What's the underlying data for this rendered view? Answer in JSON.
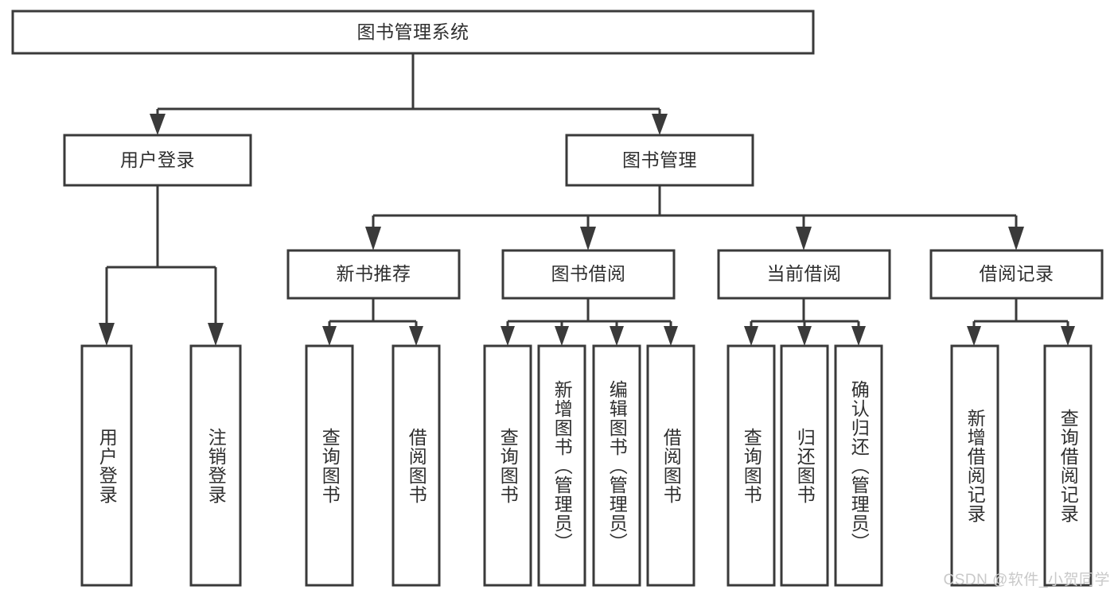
{
  "diagram": {
    "type": "tree-hierarchy",
    "title": "图书管理系统",
    "watermark": "CSDN @软件_小贺同学",
    "colors": {
      "stroke": "#3a3a3a",
      "fill": "#ffffff",
      "text": "#2f2f2f",
      "watermark": "#c9c9c9",
      "background": "#ffffff"
    },
    "nodes": {
      "root": {
        "label": "图书管理系统",
        "orientation": "horizontal"
      },
      "level2": [
        {
          "id": "user-login",
          "label": "用户登录",
          "orientation": "horizontal"
        },
        {
          "id": "book-manage",
          "label": "图书管理",
          "orientation": "horizontal"
        }
      ],
      "level3": [
        {
          "id": "new-book-rec",
          "label": "新书推荐",
          "orientation": "horizontal"
        },
        {
          "id": "book-borrow",
          "label": "图书借阅",
          "orientation": "horizontal"
        },
        {
          "id": "current-borrow",
          "label": "当前借阅",
          "orientation": "horizontal"
        },
        {
          "id": "borrow-record",
          "label": "借阅记录",
          "orientation": "horizontal"
        }
      ],
      "leaves": [
        {
          "id": "leaf-user-login",
          "parent": "user-login",
          "label": "用户登录",
          "orientation": "vertical"
        },
        {
          "id": "leaf-user-logout",
          "parent": "user-login",
          "label": "注销登录",
          "orientation": "vertical"
        },
        {
          "id": "leaf-query-book-1",
          "parent": "new-book-rec",
          "label": "查询图书",
          "orientation": "vertical"
        },
        {
          "id": "leaf-borrow-book-1",
          "parent": "new-book-rec",
          "label": "借阅图书",
          "orientation": "vertical"
        },
        {
          "id": "leaf-query-book-2",
          "parent": "book-borrow",
          "label": "查询图书",
          "orientation": "vertical"
        },
        {
          "id": "leaf-add-book",
          "parent": "book-borrow",
          "label": "新增图书（管理员）",
          "orientation": "vertical"
        },
        {
          "id": "leaf-edit-book",
          "parent": "book-borrow",
          "label": "编辑图书（管理员）",
          "orientation": "vertical"
        },
        {
          "id": "leaf-borrow-book-2",
          "parent": "book-borrow",
          "label": "借阅图书",
          "orientation": "vertical"
        },
        {
          "id": "leaf-query-book-3",
          "parent": "current-borrow",
          "label": "查询图书",
          "orientation": "vertical"
        },
        {
          "id": "leaf-return-book",
          "parent": "current-borrow",
          "label": "归还图书",
          "orientation": "vertical"
        },
        {
          "id": "leaf-confirm-return",
          "parent": "current-borrow",
          "label": "确认归还（管理员）",
          "orientation": "vertical"
        },
        {
          "id": "leaf-add-record",
          "parent": "borrow-record",
          "label": "新增借阅记录",
          "orientation": "vertical"
        },
        {
          "id": "leaf-query-record",
          "parent": "borrow-record",
          "label": "查询借阅记录",
          "orientation": "vertical"
        }
      ]
    }
  }
}
